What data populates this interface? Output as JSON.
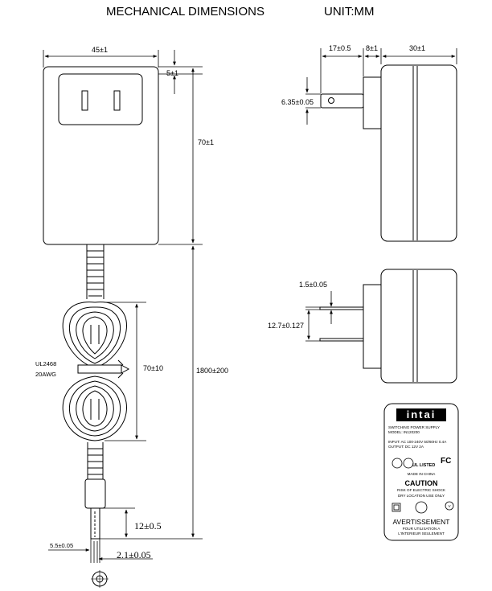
{
  "header": {
    "title": "MECHANICAL DIMENSIONS",
    "unit": "UNIT:MM"
  },
  "front_view": {
    "width_dim": "45±1",
    "outlet_offset_dim": "5±1",
    "height_dim": "70±1",
    "cord_length_dim": "1800±200",
    "coil_height_dim": "70±10",
    "cable_spec_line1": "UL2468",
    "cable_spec_line2": "20AWG",
    "plug_length_dim": "12±0.5",
    "plug_od_dim": "5.5±0.05",
    "plug_id_dim": "2.1±0.05"
  },
  "side_view": {
    "prong_length_dim": "17±0.5",
    "base_dim": "8±1",
    "body_depth_dim": "30±1",
    "prong_width_dim": "6.35±0.05"
  },
  "top_view": {
    "prong_thickness_dim": "1.5±0.05",
    "prong_spacing_dim": "12.7±0.127"
  },
  "label": {
    "brand": "intai",
    "line1": "SWITCHING POWER SUPPLY",
    "line2": "MODEL: IN120200",
    "line3": "INPUT: AC 100-240V 50/60Hz 0.4A",
    "line4": "OUTPUT: DC 12V 2A",
    "made_in": "MADE IN CHINA",
    "caution_title": "CAUTION",
    "caution_line1": "RISK OF ELECTRIC SHOCK",
    "caution_line2": "DRY LOCATION USE ONLY",
    "warning_title": "AVERTISSEMENT",
    "warning_line1": "POUR UTILISATION A",
    "warning_line2": "L'INTERIEUR SEULEMENT",
    "fcc_mark": "FC",
    "ul_mark": "UL LISTED",
    "efficiency_mark": "V"
  }
}
